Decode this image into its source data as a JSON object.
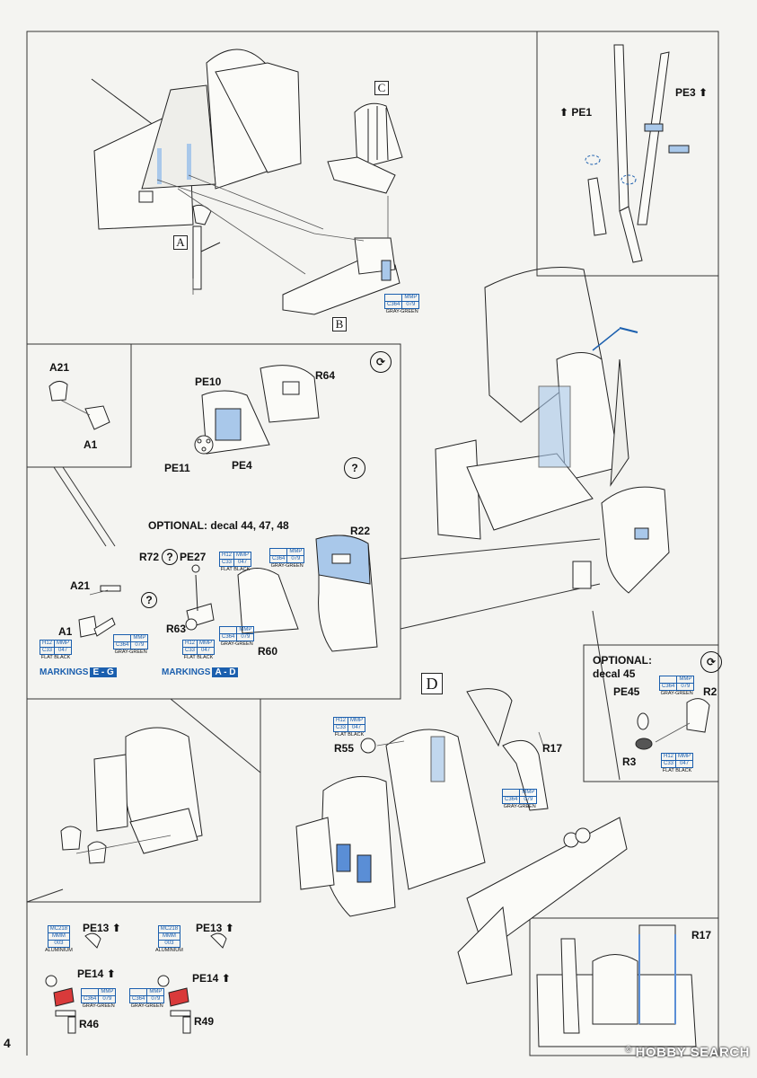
{
  "page": {
    "number": "4"
  },
  "watermark": {
    "copyright": "©",
    "brand": "HOBBY SEARCH"
  },
  "colors": {
    "accent_blue": "#1b5fae",
    "part_highlight_blue": "#a9c8ea",
    "part_highlight_red": "#d93a3a",
    "line": "#222222"
  },
  "boxes": {
    "a": "A",
    "b": "B",
    "c": "C",
    "d": "D"
  },
  "top_section": {
    "paint_gray_green": {
      "code1": "C364",
      "code2": "079",
      "mmp": "MMP",
      "name": "GRAY-GREEN"
    }
  },
  "seatbelts": {
    "pe1": "PE1",
    "pe3": "PE3"
  },
  "instrument_panel": {
    "a21": "A21",
    "a1": "A1",
    "pe10": "PE10",
    "r64": "R64",
    "pe11": "PE11",
    "pe4": "PE4",
    "optional_title": "OPTIONAL: decal 44, 47, 48",
    "r72": "R72",
    "pe27": "PE27",
    "r22": "R22",
    "r63": "R63",
    "r60": "R60",
    "a21b": "A21",
    "a1b": "A1",
    "paint_black": {
      "h": "H12",
      "c": "C33",
      "mmp": "MMP",
      "code": "047",
      "name": "FLAT BLACK"
    },
    "paint_gray": {
      "c": "C364",
      "mmp": "MMP",
      "code": "079",
      "name": "GRAY-GREEN"
    },
    "markings_eg_label": "MARKINGS",
    "markings_eg_code": "E - G",
    "markings_ad_label": "MARKINGS",
    "markings_ad_code": "A - D",
    "question": "?"
  },
  "right_optional": {
    "title": "OPTIONAL:",
    "subtitle": "decal 45",
    "pe45": "PE45",
    "r2": "R2",
    "r3": "R3",
    "paint_gray": {
      "c": "C364",
      "mmp": "MMP",
      "code": "079",
      "name": "GRAY-GREEN"
    },
    "paint_black": {
      "h": "H12",
      "c": "C33",
      "mmp": "MMP",
      "code": "047",
      "name": "FLAT BLACK"
    }
  },
  "step_d": {
    "r55": "R55",
    "r17": "R17",
    "paint_black": {
      "h": "H12",
      "c": "C33",
      "mmp": "MMP",
      "code": "047",
      "name": "FLAT BLACK"
    },
    "paint_gray": {
      "c": "C364",
      "mmp": "MMP",
      "code": "079",
      "name": "GRAY-GREEN"
    },
    "r17_inset": "R17"
  },
  "pedals": {
    "pe13a": "PE13",
    "pe14a": "PE14",
    "r46": "R46",
    "pe13b": "PE13",
    "pe14b": "PE14",
    "r49": "R49",
    "paint_alu": {
      "mc": "MC218",
      "mmm": "MMM",
      "code": "003",
      "name": "ALUMINIUM"
    },
    "paint_gray": {
      "c": "C364",
      "mmp": "MMP",
      "code": "079",
      "name": "GRAY-GREEN"
    }
  }
}
